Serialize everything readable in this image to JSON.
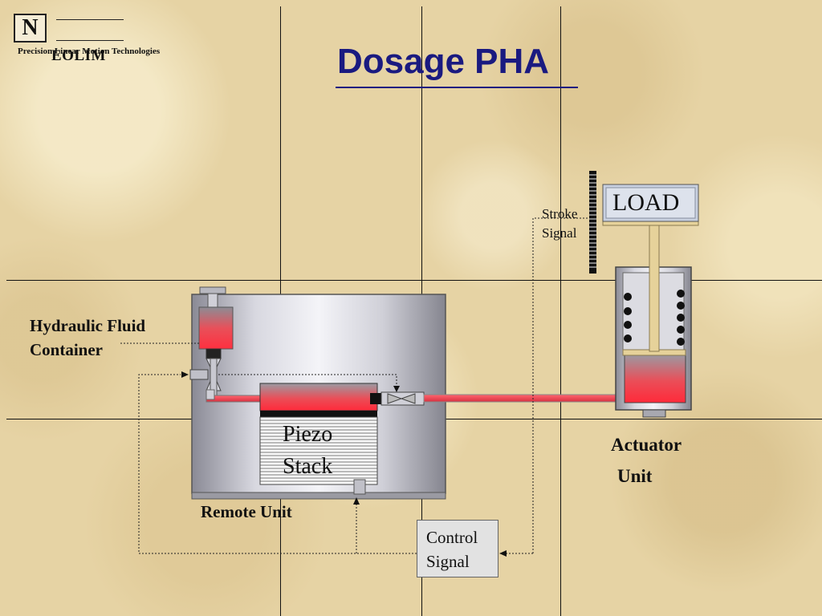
{
  "logo": {
    "letter": "N",
    "subtitle": "Precision Linear Motion Technologies",
    "name": "EOLIM"
  },
  "title": "Dosage PHA",
  "labels": {
    "hydraulic_line1": "Hydraulic Fluid",
    "hydraulic_line2": "Container",
    "piezo_line1": "Piezo",
    "piezo_line2": "Stack",
    "remote_unit": "Remote Unit",
    "load": "LOAD",
    "stroke_line1": "Stroke",
    "stroke_line2": "Signal",
    "actuator_line1": "Actuator",
    "actuator_line2": "Unit",
    "control_line1": "Control",
    "control_line2": "Signal"
  },
  "colors": {
    "title": "#1a1a80",
    "fluid_red": "#e8505a",
    "metal_gray": "#c8c8d0",
    "rod_tan": "#e6d29a"
  }
}
